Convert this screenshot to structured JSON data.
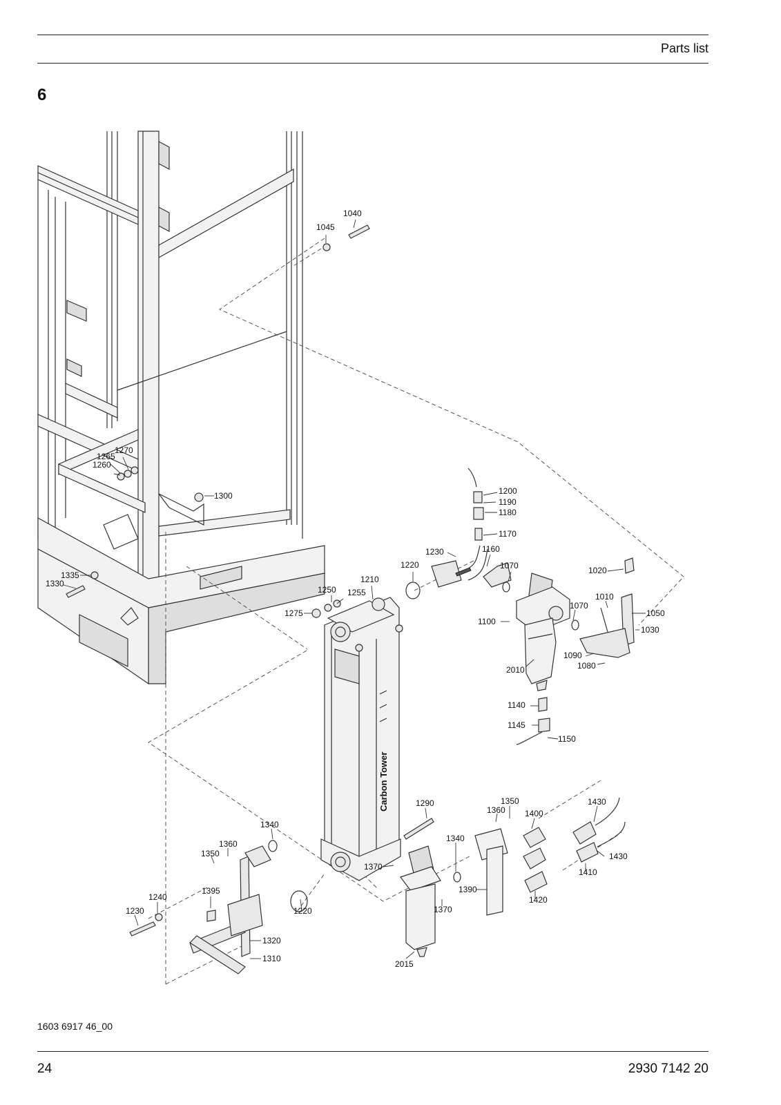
{
  "header": {
    "title": "Parts list"
  },
  "section": {
    "number": "6"
  },
  "tower_label": "Carbon Tower",
  "callouts": [
    {
      "label": "1040"
    },
    {
      "label": "1045"
    },
    {
      "label": "1265"
    },
    {
      "label": "1270"
    },
    {
      "label": "1260"
    },
    {
      "label": "1300"
    },
    {
      "label": "1200"
    },
    {
      "label": "1190"
    },
    {
      "label": "1180"
    },
    {
      "label": "1170"
    },
    {
      "label": "1230"
    },
    {
      "label": "1160"
    },
    {
      "label": "1220"
    },
    {
      "label": "1070"
    },
    {
      "label": "1020"
    },
    {
      "label": "1335"
    },
    {
      "label": "1330"
    },
    {
      "label": "1210"
    },
    {
      "label": "1250"
    },
    {
      "label": "1255"
    },
    {
      "label": "1275"
    },
    {
      "label": "1010"
    },
    {
      "label": "1070"
    },
    {
      "label": "1050"
    },
    {
      "label": "1100"
    },
    {
      "label": "1030"
    },
    {
      "label": "1090"
    },
    {
      "label": "1080"
    },
    {
      "label": "2010"
    },
    {
      "label": "1140"
    },
    {
      "label": "1145"
    },
    {
      "label": "1150"
    },
    {
      "label": "1290"
    },
    {
      "label": "1350"
    },
    {
      "label": "1430"
    },
    {
      "label": "1360"
    },
    {
      "label": "1400"
    },
    {
      "label": "1340"
    },
    {
      "label": "1360"
    },
    {
      "label": "1350"
    },
    {
      "label": "1340"
    },
    {
      "label": "1430"
    },
    {
      "label": "1370"
    },
    {
      "label": "1390"
    },
    {
      "label": "1410"
    },
    {
      "label": "1420"
    },
    {
      "label": "1370"
    },
    {
      "label": "1240"
    },
    {
      "label": "1395"
    },
    {
      "label": "1230"
    },
    {
      "label": "1220"
    },
    {
      "label": "1320"
    },
    {
      "label": "1310"
    },
    {
      "label": "2015"
    }
  ],
  "footer": {
    "figure_id": "1603 6917 46_00",
    "page_number": "24",
    "doc_number": "2930 7142 20"
  }
}
